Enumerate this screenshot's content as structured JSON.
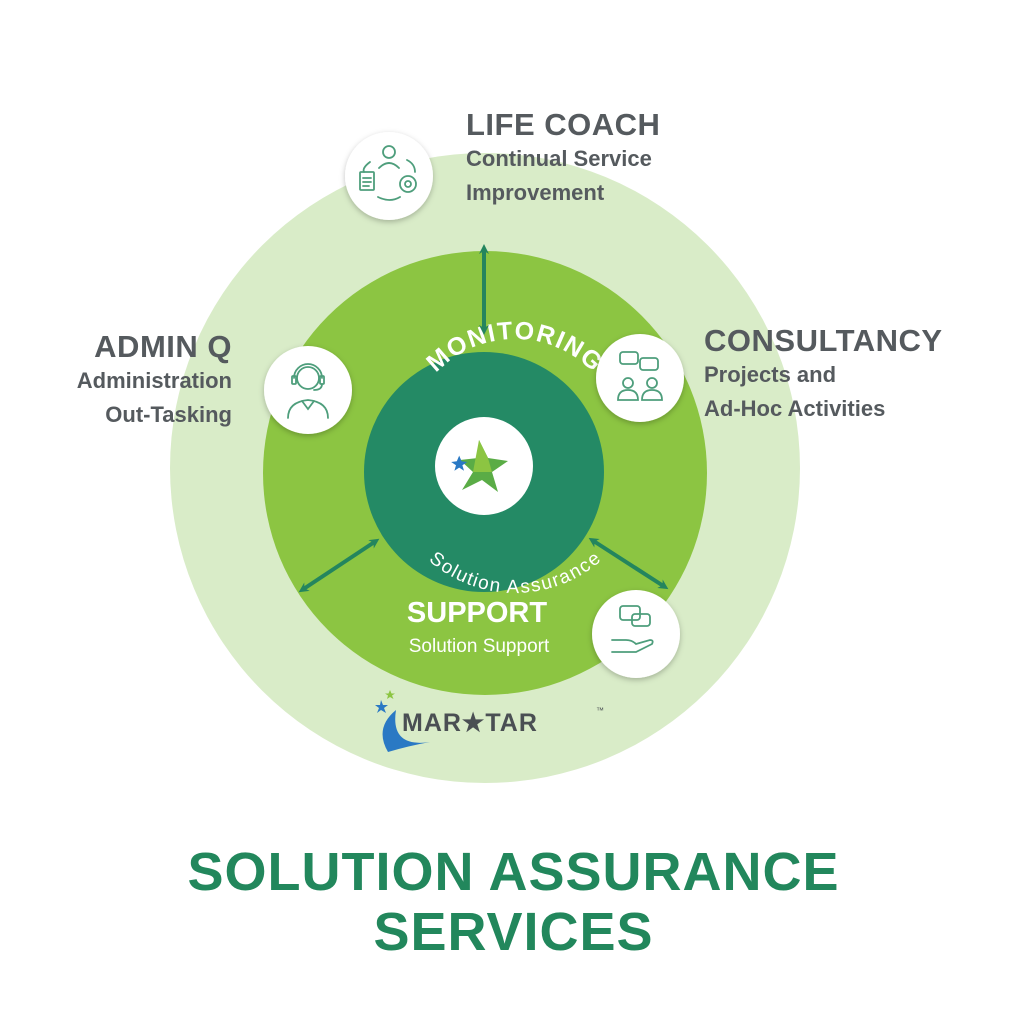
{
  "nodes": {
    "life_coach": {
      "title": "LIFE COACH",
      "line1": "Continual Service",
      "line2": "Improvement",
      "icon": "process-cycle-icon"
    },
    "admin_q": {
      "title": "ADMIN Q",
      "line1": "Administration",
      "line2": "Out-Tasking",
      "icon": "headset-agent-icon"
    },
    "consultancy": {
      "title": "CONSULTANCY",
      "line1": "Projects and",
      "line2": "Ad-Hoc Activities",
      "icon": "discussion-people-icon"
    },
    "support": {
      "title": "SUPPORT",
      "subtitle": "Solution Support",
      "icon": "chat-hand-icon"
    }
  },
  "center": {
    "top_text": "MONITORING",
    "bottom_text": "Solution Assurance",
    "icon": "star-icon"
  },
  "logo": {
    "text": "MAR★TAR",
    "tm": "™"
  },
  "title": {
    "line1": "SOLUTION ASSURANCE",
    "line2": "SERVICES"
  },
  "colors": {
    "outer_ring": "#d9ecc8",
    "middle_ring": "#8cc542",
    "inner_core": "#248a65",
    "arrow": "#24855e",
    "label_gray": "#555a5e",
    "title_green": "#22875c",
    "icon_line": "#4e9e7c"
  }
}
